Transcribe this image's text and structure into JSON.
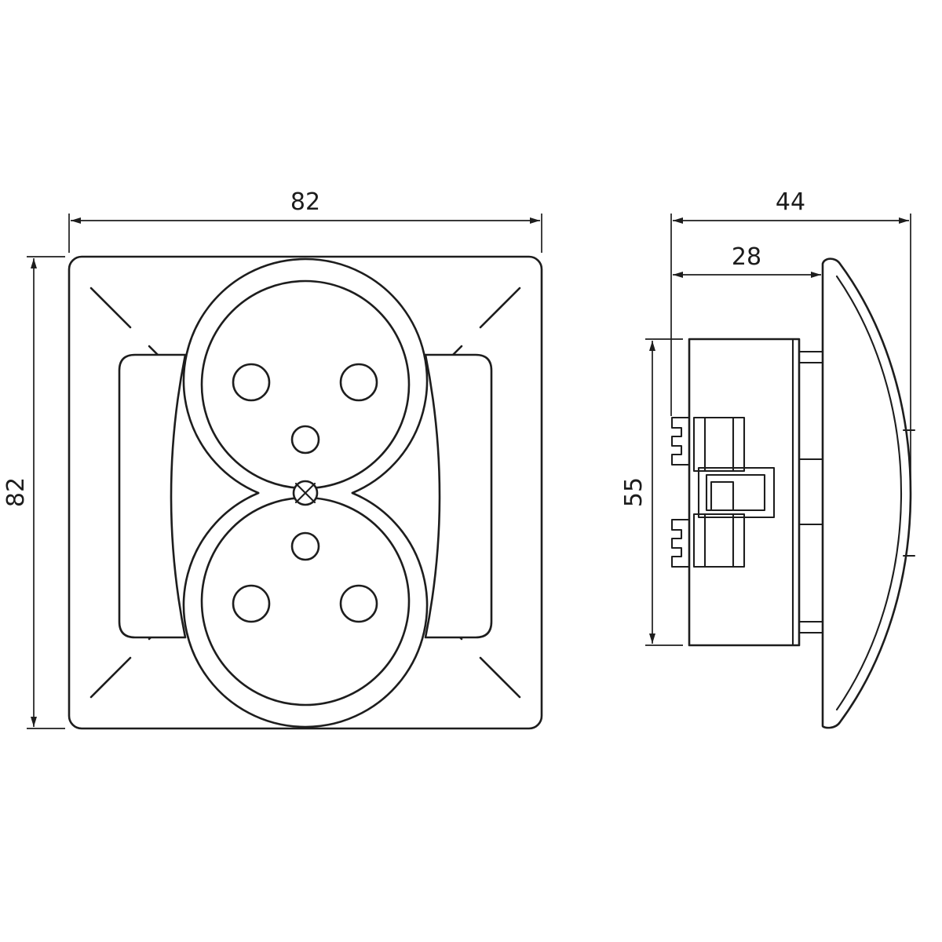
{
  "page": {
    "background": "#ffffff",
    "line_color": "#1d1d1d"
  },
  "drawing": {
    "views": {
      "front": {
        "name": "front-view"
      },
      "side": {
        "name": "side-view"
      }
    },
    "dimensions": {
      "front_width": "82",
      "front_height": "82",
      "side_overall_depth": "44",
      "side_mount_depth": "28",
      "side_box_height": "55"
    }
  }
}
